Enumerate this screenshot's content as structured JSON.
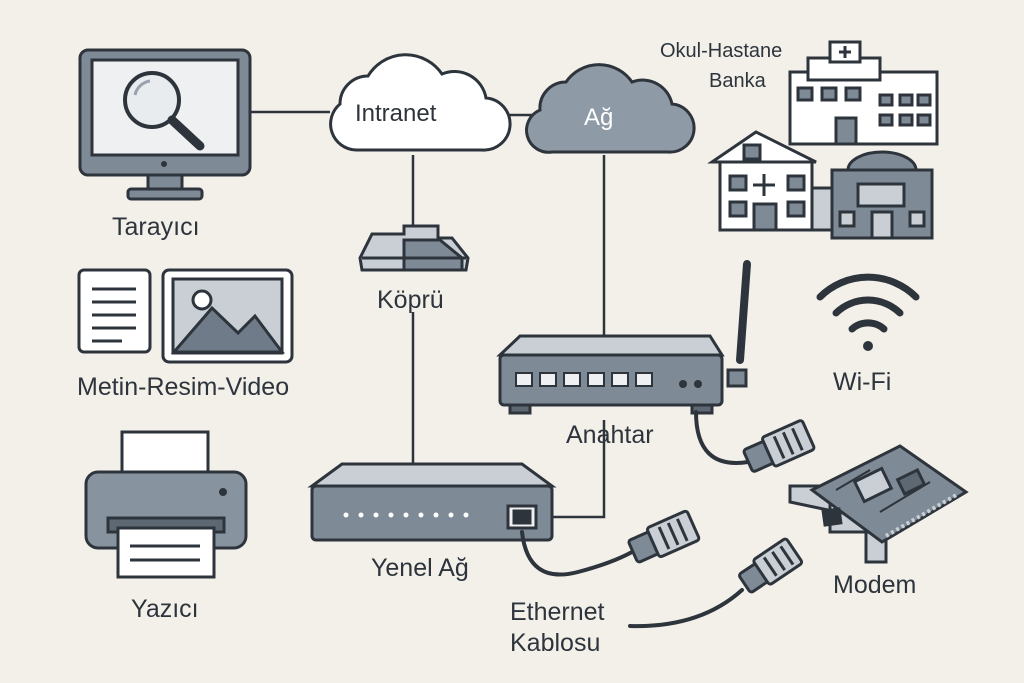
{
  "labels": {
    "browser": "Tarayıcı",
    "media": "Metin-Resim-Video",
    "printer": "Yazıcı",
    "intranet": "Intranet",
    "bridge": "Köprü",
    "network": "Ağ",
    "institutions_line1": "Okul-Hastane",
    "institutions_line2": "Banka",
    "switch": "Anahtar",
    "wifi": "Wi-Fi",
    "general_network": "Yenel Ağ",
    "ethernet_line1": "Ethernet",
    "ethernet_line2": "Kablosu",
    "modem": "Modem"
  },
  "icons": {
    "browser": "computer-monitor-magnifier-icon",
    "document": "text-document-icon",
    "image": "image-picture-icon",
    "printer": "printer-icon",
    "intranet": "cloud-icon",
    "network": "cloud-icon",
    "bridge": "bridge-device-icon",
    "buildings": "buildings-icon",
    "switch": "network-switch-icon",
    "wifi": "wifi-signal-icon",
    "hub": "network-hub-icon",
    "cable": "ethernet-cable-icon",
    "modem": "network-card-icon"
  },
  "colors": {
    "background": "#f3f0ea",
    "stroke": "#2d343c",
    "device_fill": "#7f8a97",
    "device_light": "#c9cfd5",
    "screen_fill": "#eef0f2",
    "network_cloud": "#8e9aa6"
  }
}
